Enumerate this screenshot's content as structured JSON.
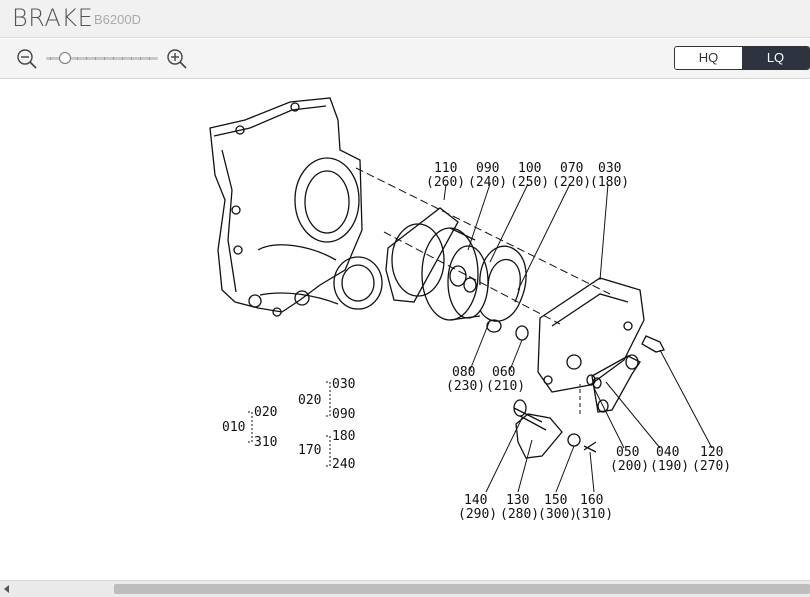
{
  "header": {
    "title": "BRAKE",
    "model": "B6200D"
  },
  "toolbar": {
    "zoom_out_icon": "zoom-out-icon",
    "zoom_in_icon": "zoom-in-icon",
    "zoom_level": 0.17,
    "quality_options": [
      "HQ",
      "LQ"
    ],
    "quality_selected": "LQ"
  },
  "diagram": {
    "top_callouts": [
      {
        "code": "110",
        "alt": "(260)"
      },
      {
        "code": "090",
        "alt": "(240)"
      },
      {
        "code": "100",
        "alt": "(250)"
      },
      {
        "code": "070",
        "alt": "(220)"
      },
      {
        "code": "030",
        "alt": "(180)"
      }
    ],
    "mid_callouts": [
      {
        "code": "080",
        "alt": "(230)"
      },
      {
        "code": "060",
        "alt": "(210)"
      }
    ],
    "right_callouts": [
      {
        "code": "050",
        "alt": "(200)"
      },
      {
        "code": "040",
        "alt": "(190)"
      },
      {
        "code": "120",
        "alt": "(270)"
      }
    ],
    "bottom_callouts": [
      {
        "code": "140",
        "alt": "(290)"
      },
      {
        "code": "130",
        "alt": "(280)"
      },
      {
        "code": "150",
        "alt": "(300)"
      },
      {
        "code": "160",
        "alt": "(310)"
      }
    ],
    "tree_010": {
      "root": "010",
      "items": [
        "020",
        "310"
      ]
    },
    "tree_020": {
      "root": "020",
      "items": [
        "030",
        "090"
      ]
    },
    "tree_170": {
      "root": "170",
      "items": [
        "180",
        "240"
      ]
    }
  },
  "colors": {
    "accent": "#2d3440",
    "line": "#111111"
  }
}
